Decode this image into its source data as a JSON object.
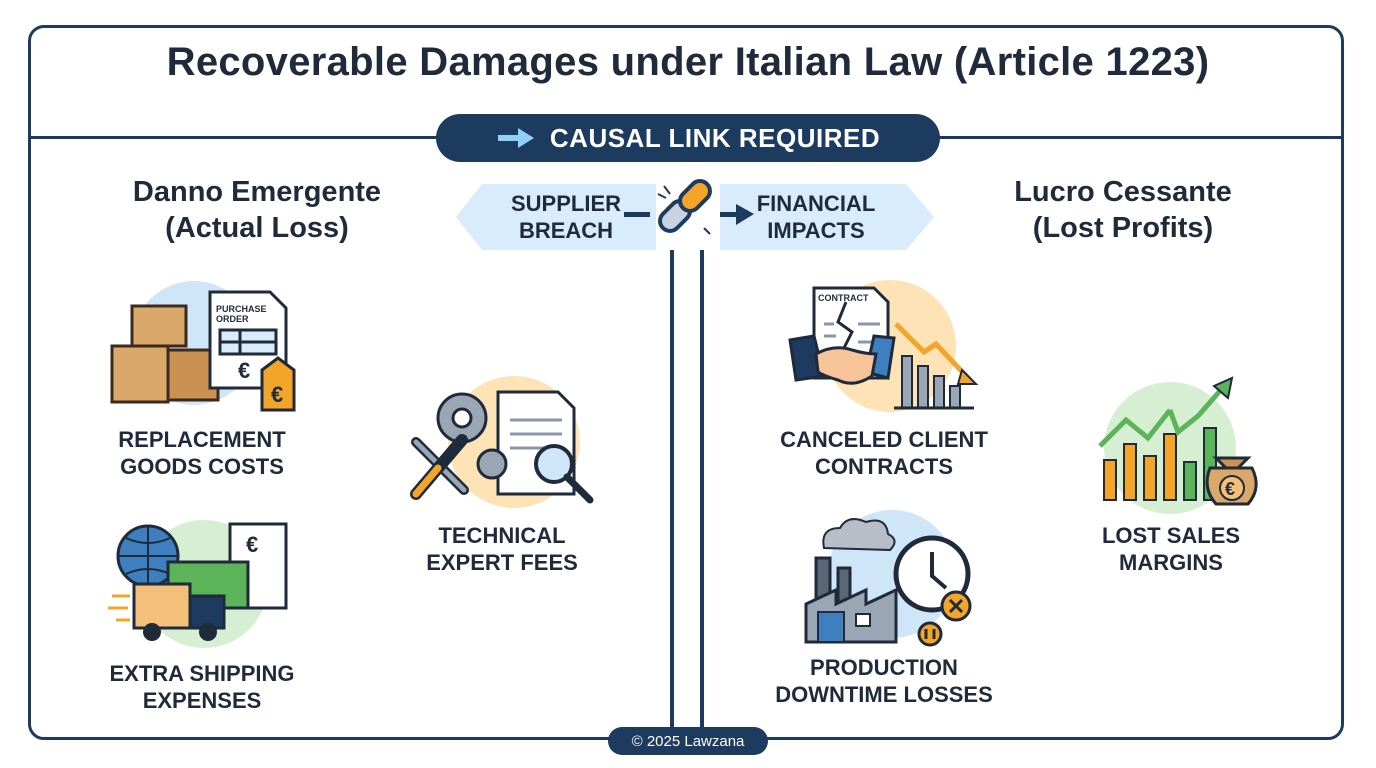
{
  "title": "Recoverable Damages under Italian Law (Article 1223)",
  "causal_link": "CAUSAL LINK REQUIRED",
  "flow": {
    "left": "SUPPLIER\nBREACH",
    "right": "FINANCIAL\nIMPACTS"
  },
  "left_column": {
    "title": "Danno Emergente\n(Actual Loss)",
    "items": [
      {
        "label": "REPLACEMENT\nGOODS COSTS",
        "icon": "boxes-purchase-order-icon",
        "doc_title": "PURCHASE\nORDER"
      },
      {
        "label": "EXTRA SHIPPING\nEXPENSES",
        "icon": "truck-globe-invoice-icon"
      },
      {
        "label": "TECHNICAL\nEXPERT FEES",
        "icon": "gears-tools-magnifier-icon"
      }
    ]
  },
  "right_column": {
    "title": "Lucro Cessante\n(Lost Profits)",
    "items": [
      {
        "label": "CANCELED CLIENT\nCONTRACTS",
        "icon": "broken-contract-handshake-icon",
        "doc_title": "CONTRACT"
      },
      {
        "label": "PRODUCTION\nDOWNTIME LOSSES",
        "icon": "factory-clock-icon"
      },
      {
        "label": "LOST SALES\nMARGINS",
        "icon": "chart-money-bag-icon"
      }
    ]
  },
  "currency_symbol": "€",
  "footer": "© 2025 Lawzana",
  "colors": {
    "navy": "#1d3a5f",
    "light_blue": "#d8ecfb",
    "circle_blue": "#cfe6f8",
    "circle_orange": "#fde3b5",
    "circle_green": "#d6efd2",
    "orange": "#f3a52a",
    "green": "#5bb35a",
    "cardboard": "#d9a86a"
  }
}
